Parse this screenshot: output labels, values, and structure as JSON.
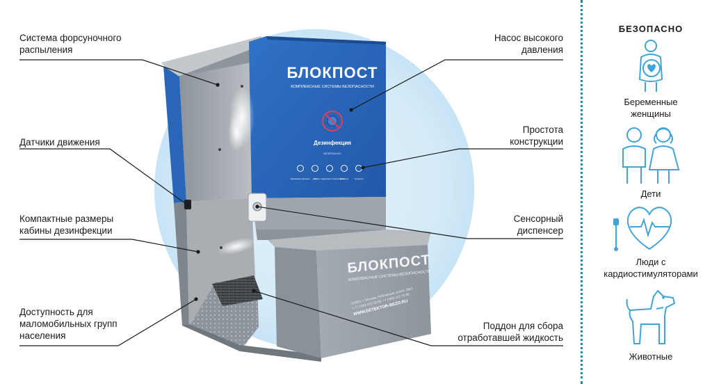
{
  "colors": {
    "accent": "#1f8a9a",
    "booth_blue": "#2a66b8",
    "booth_gray": "#9aa1a8",
    "glow": "#d6ecf8",
    "icon_stroke": "#3fa4d6"
  },
  "callouts_left": [
    {
      "label": "Система форсуночного\nраспыления"
    },
    {
      "label": "Датчики движения"
    },
    {
      "label": "Компактные размеры\nкабины дезинфекции"
    },
    {
      "label": "Доступность для\nмаломобильных групп\nнаселения"
    }
  ],
  "callouts_right": [
    {
      "label": "Насос высокого\nдавления"
    },
    {
      "label": "Простота\nконструкции"
    },
    {
      "label": "Сенсорный\nдиспенсер"
    },
    {
      "label": "Поддон для сбора\nотработавшей жидкость"
    }
  ],
  "booth": {
    "brand": "БЛОКПОСТ",
    "tagline": "КОМПЛЕКСНЫЕ СИСТЕМЫ БЕЗОПАСНОСТИ",
    "panel_title": "Дезинфекция",
    "panel_subtitle": "БЕЗОПАСНО",
    "panel_icons": [
      "Беременные женщины",
      "Дети",
      "Люди с сердечными стимуляторами",
      "Животные",
      "Аллергики"
    ],
    "address_line1": "121601, г. Москва, Рублевское шоссе, 26к1",
    "address_line2": "т. +7 (495) 972 52 63, +7 (495) 412 70 86",
    "website": "WWW.DETEKTOR-BEZO.RU"
  },
  "sidebar": {
    "title": "БЕЗОПАСНО",
    "items": [
      {
        "label": "Беременные\nженщины",
        "icon": "pregnant-woman-icon"
      },
      {
        "label": "Дети",
        "icon": "children-icon"
      },
      {
        "label": "Люди с\nкардиостимуляторами",
        "icon": "heart-pacemaker-icon"
      },
      {
        "label": "Животные",
        "icon": "dog-icon"
      }
    ]
  }
}
